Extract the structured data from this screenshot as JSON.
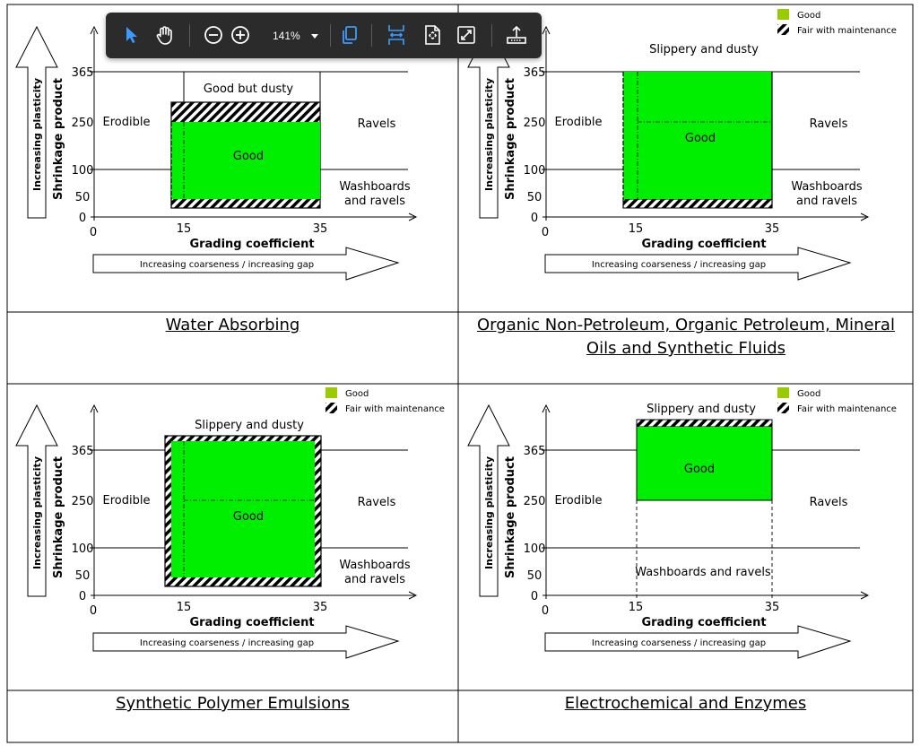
{
  "legend": {
    "good": "Good",
    "fair": "Fair with maintenance"
  },
  "axes": {
    "y_outer": "Increasing plasticity",
    "y_inner": "Shrinkage product",
    "x_title": "Grading coefficient",
    "x_arrow": "Increasing coarseness / increasing gap",
    "y_ticks": [
      "365",
      "250",
      "100",
      "50",
      "0"
    ],
    "x_ticks": [
      "0",
      "15",
      "35"
    ]
  },
  "colors": {
    "good": "#00ee00",
    "legend_good": "#99cc00",
    "hatch": "#000000",
    "toolbar": "#2b2b2b",
    "accent": "#3d9bff"
  },
  "panels": [
    {
      "caption": "Water Absorbing",
      "labels": {
        "left": "Erodible",
        "right": "Ravels",
        "top": "Good but dusty",
        "good": "Good",
        "bottom": "Washboards and ravels"
      }
    },
    {
      "caption": "Organic Non-Petroleum, Organic Petroleum, Mineral Oils and Synthetic Fluids",
      "labels": {
        "left": "Erodible",
        "right": "Ravels",
        "top": "Slippery and dusty",
        "good": "Good",
        "bottom": "Washboards and ravels"
      }
    },
    {
      "caption": "Synthetic Polymer Emulsions",
      "labels": {
        "left": "Erodible",
        "right": "Ravels",
        "top": "Slippery and dusty",
        "good": "Good",
        "bottom": "Washboards and ravels"
      }
    },
    {
      "caption": "Electrochemical and Enzymes",
      "labels": {
        "left": "Erodible",
        "right": "Ravels",
        "top": "Slippery and dusty",
        "good": "Good",
        "bottom": "Washboards and ravels"
      }
    }
  ],
  "toolbar": {
    "zoom_value": "141%",
    "tools": [
      "select-pointer-icon",
      "pan-hand-icon",
      "zoom-out-icon",
      "zoom-in-icon",
      "copy-pages-icon",
      "fit-width-icon",
      "fit-page-icon",
      "fullscreen-icon",
      "export-tray-icon"
    ]
  }
}
